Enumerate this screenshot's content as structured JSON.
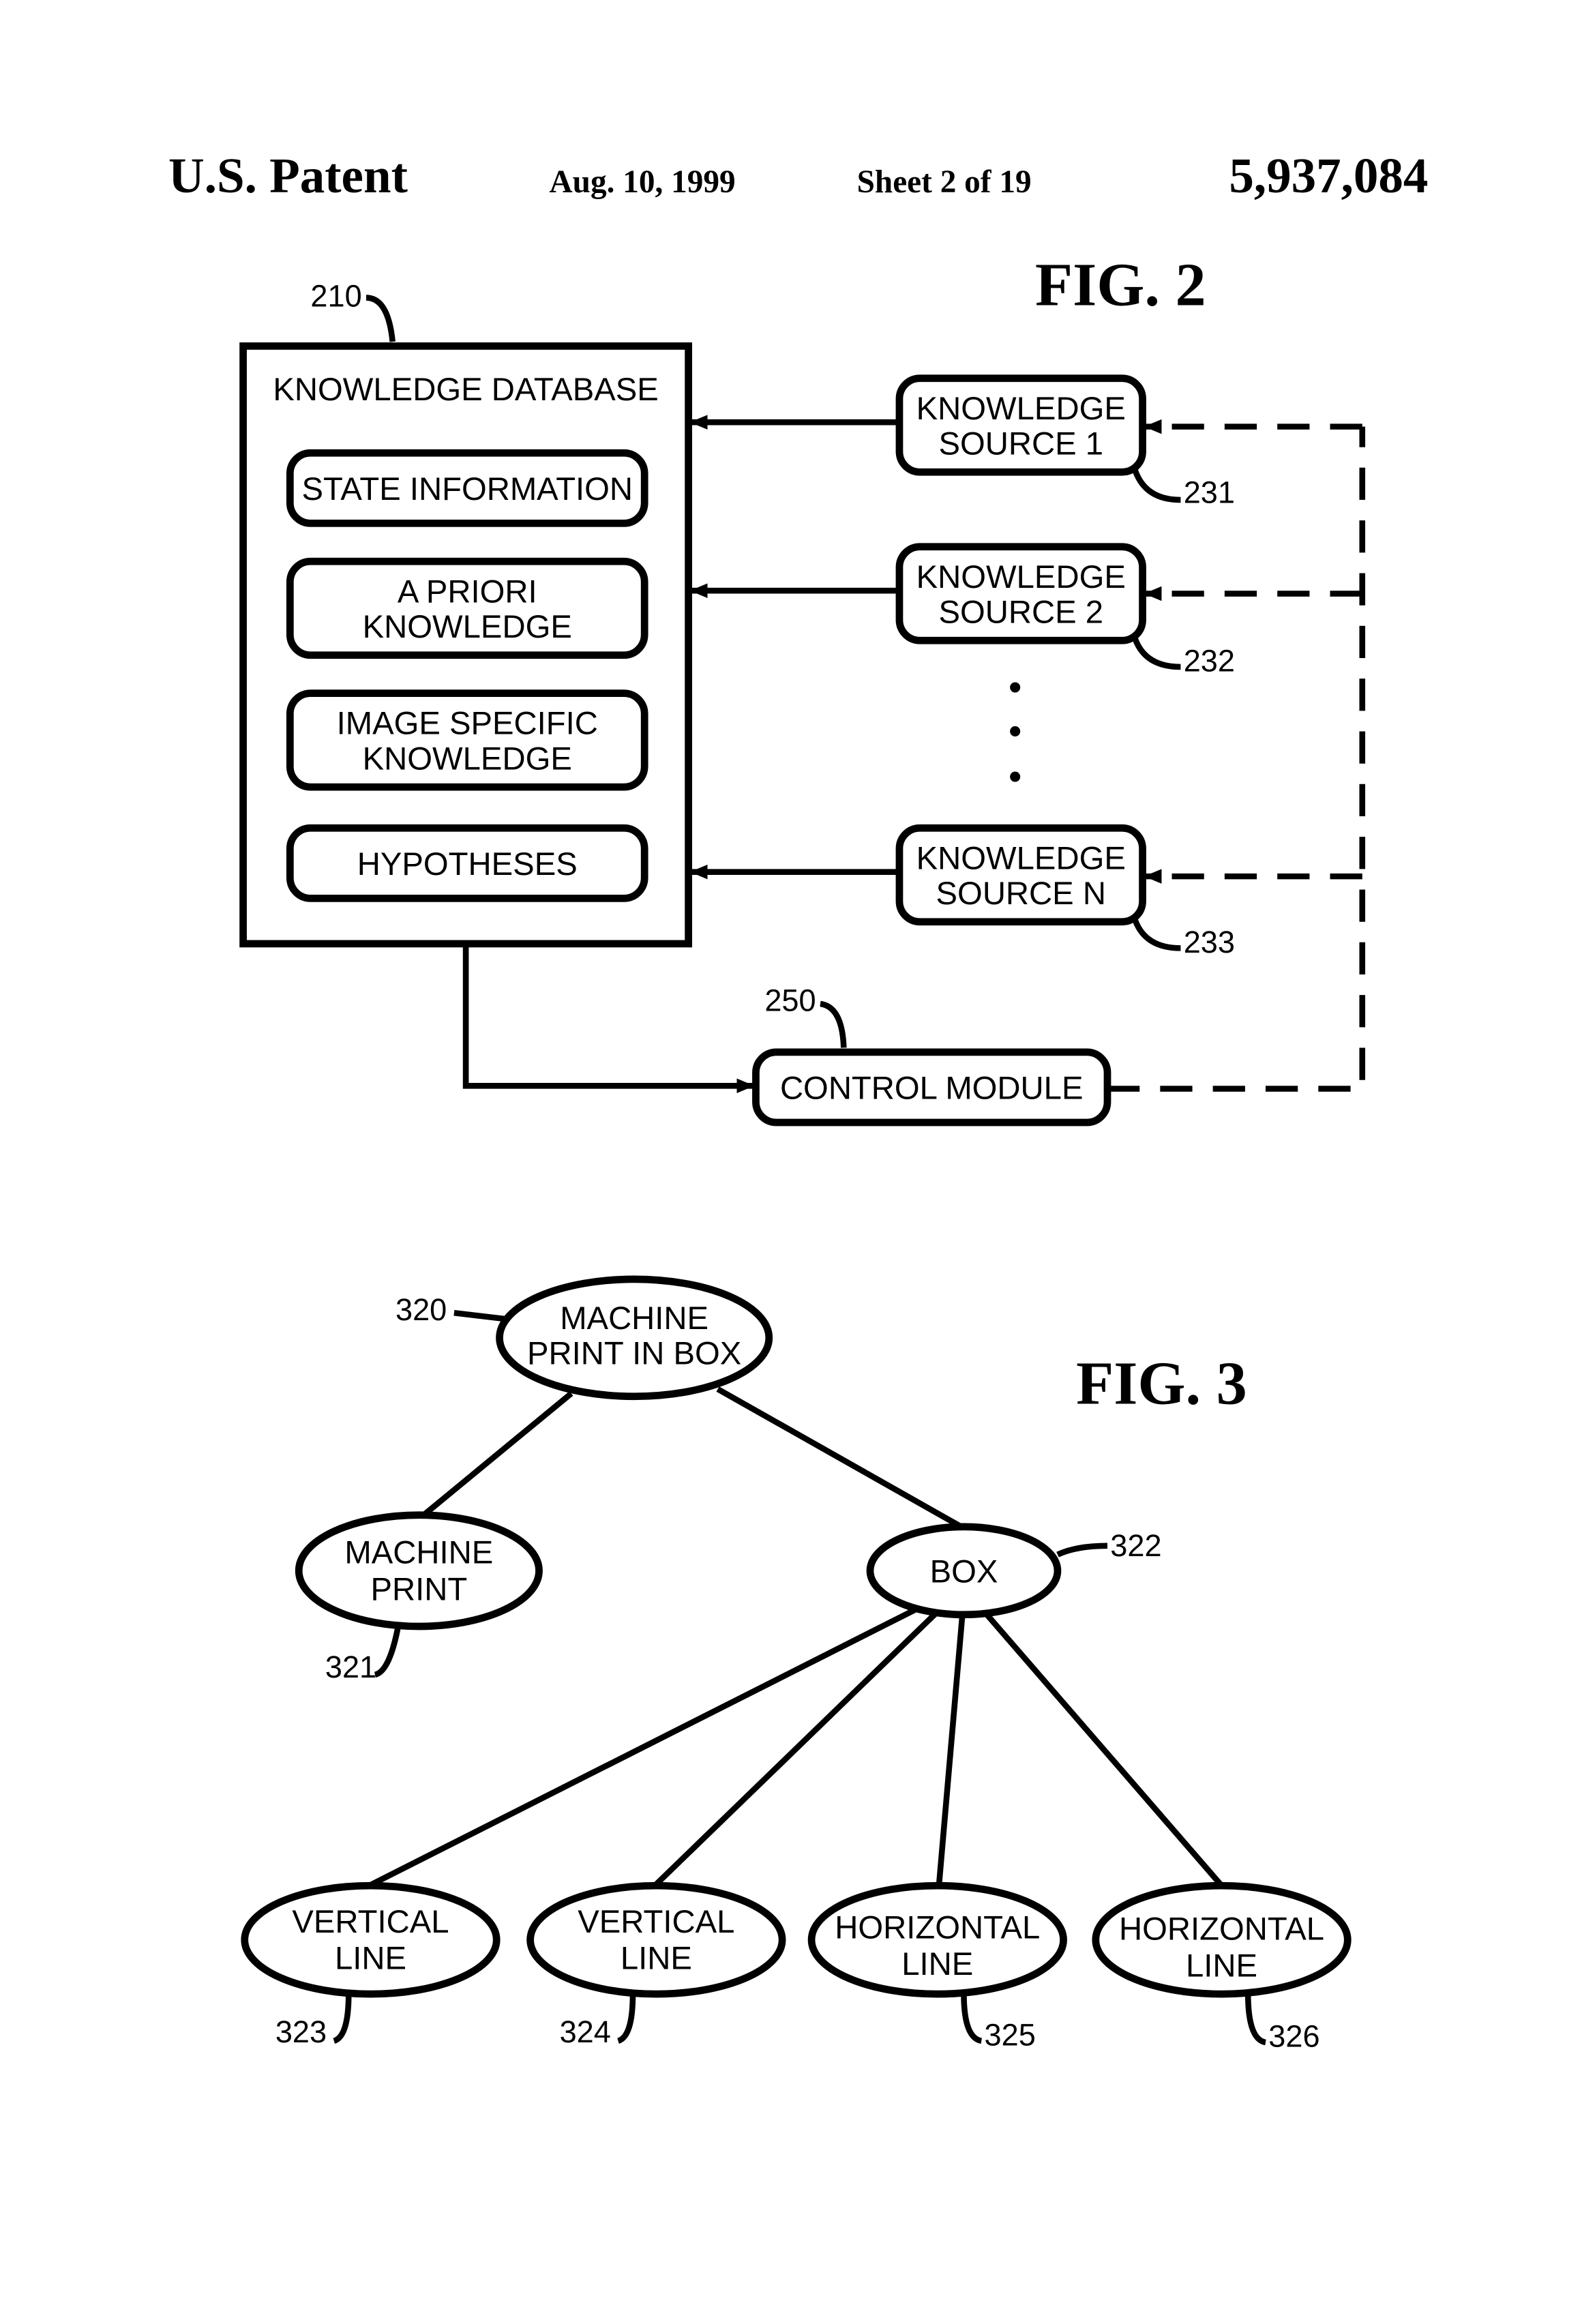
{
  "header": {
    "office": "U.S. Patent",
    "date": "Aug. 10, 1999",
    "sheet": "Sheet 2 of 19",
    "patent_number": "5,937,084"
  },
  "fig2": {
    "title": "FIG. 2",
    "database": {
      "ref": "210",
      "title": "KNOWLEDGE DATABASE",
      "items": [
        {
          "lines": [
            "STATE INFORMATION"
          ]
        },
        {
          "lines": [
            "A PRIORI",
            "KNOWLEDGE"
          ]
        },
        {
          "lines": [
            "IMAGE SPECIFIC",
            "KNOWLEDGE"
          ]
        },
        {
          "lines": [
            "HYPOTHESES"
          ]
        }
      ]
    },
    "sources": [
      {
        "lines": [
          "KNOWLEDGE",
          "SOURCE 1"
        ],
        "ref": "231"
      },
      {
        "lines": [
          "KNOWLEDGE",
          "SOURCE 2"
        ],
        "ref": "232"
      },
      {
        "lines": [
          "KNOWLEDGE",
          "SOURCE N"
        ],
        "ref": "233"
      }
    ],
    "control": {
      "label": "CONTROL MODULE",
      "ref": "250"
    }
  },
  "fig3": {
    "title": "FIG. 3",
    "root": {
      "lines": [
        "MACHINE",
        "PRINT IN BOX"
      ],
      "ref": "320"
    },
    "machine_print": {
      "lines": [
        "MACHINE",
        "PRINT"
      ],
      "ref": "321"
    },
    "box": {
      "lines": [
        "BOX"
      ],
      "ref": "322"
    },
    "leaves": [
      {
        "lines": [
          "VERTICAL",
          "LINE"
        ],
        "ref": "323"
      },
      {
        "lines": [
          "VERTICAL",
          "LINE"
        ],
        "ref": "324"
      },
      {
        "lines": [
          "HORIZONTAL",
          "LINE"
        ],
        "ref": "325"
      },
      {
        "lines": [
          "HORIZONTAL",
          "LINE"
        ],
        "ref": "326"
      }
    ]
  }
}
